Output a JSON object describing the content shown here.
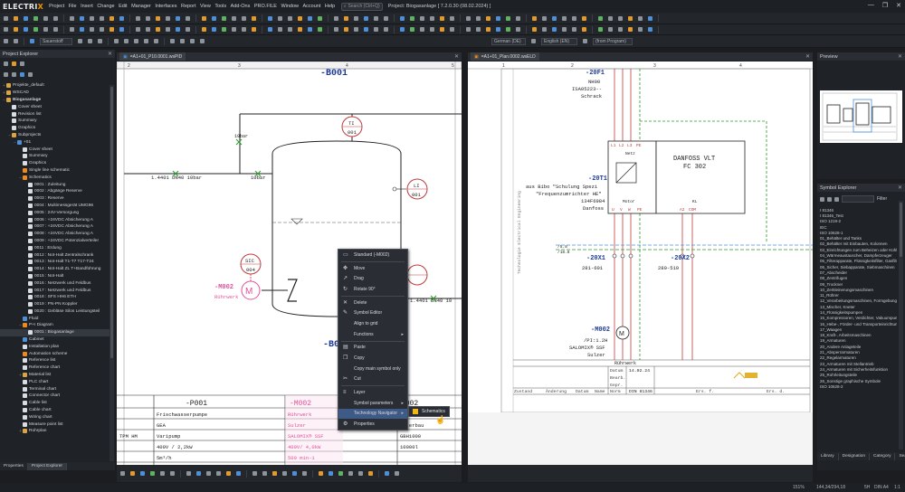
{
  "app": {
    "logo_main": "ELECTRI",
    "logo_x": "X",
    "title": "Project: Biogasanlage [ 7.2.0.30 (08.02.2024) ]",
    "menu": [
      "Project",
      "File",
      "Insert",
      "Change",
      "Edit",
      "Manager",
      "Interfaces",
      "Report",
      "View",
      "Tools",
      "Add-Ons",
      "PRO.FILE",
      "Window",
      "Account",
      "Help"
    ],
    "search_placeholder": "Search (Ctrl+Q)",
    "window_controls": [
      "—",
      "❐",
      "✕"
    ]
  },
  "toolbar": {
    "layer_select": "Sauerstoff",
    "language_select": "German (DE)",
    "language2_select": "English (EN)",
    "program_select": "(from Program)"
  },
  "project_explorer": {
    "title": "Project Explorer",
    "items": [
      {
        "label": "Projekte_default",
        "icon": "folder",
        "level": 0,
        "expand": "+"
      },
      {
        "label": "WSCAD",
        "icon": "folder",
        "level": 0,
        "expand": "+"
      },
      {
        "label": "Biogasanlage",
        "icon": "folder",
        "level": 0,
        "expand": "−",
        "bold": true
      },
      {
        "label": "Cover sheet",
        "icon": "page",
        "level": 1
      },
      {
        "label": "Revision list",
        "icon": "page",
        "level": 1
      },
      {
        "label": "Summary",
        "icon": "page",
        "level": 1
      },
      {
        "label": "Graphics",
        "icon": "page",
        "level": 1
      },
      {
        "label": "Subprojects",
        "icon": "folder",
        "level": 1,
        "expand": "−"
      },
      {
        "label": "+01",
        "icon": "blue",
        "level": 2,
        "expand": "−"
      },
      {
        "label": "Cover sheet",
        "icon": "page",
        "level": 3
      },
      {
        "label": "Summary",
        "icon": "page",
        "level": 3
      },
      {
        "label": "Graphics",
        "icon": "page",
        "level": 3
      },
      {
        "label": "Single line schematic",
        "icon": "orange",
        "level": 3
      },
      {
        "label": "Schematics",
        "icon": "orange",
        "level": 3,
        "expand": "−"
      },
      {
        "label": "0001 : Zuleitung",
        "icon": "page",
        "level": 4
      },
      {
        "label": "0002 : Abgänge Reserve",
        "icon": "page",
        "level": 4
      },
      {
        "label": "0003 : Reserve",
        "icon": "page",
        "level": 4
      },
      {
        "label": "0004 : Multimessgerät UMG96",
        "icon": "page",
        "level": 4
      },
      {
        "label": "0005 : 24V-Versorgung",
        "icon": "page",
        "level": 4
      },
      {
        "label": "0006 : +24VDC Absicherung A",
        "icon": "page",
        "level": 4
      },
      {
        "label": "0007 : +24VDC Absicherung A",
        "icon": "page",
        "level": 4
      },
      {
        "label": "0008 : +24VDC Absicherung A",
        "icon": "page",
        "level": 4
      },
      {
        "label": "0009 : +24VDC Potenzialverteiler",
        "icon": "page",
        "level": 4
      },
      {
        "label": "0011 : Erdung",
        "icon": "page",
        "level": 4
      },
      {
        "label": "0012 : Not-Halt Zentralschrank",
        "icon": "page",
        "level": 4
      },
      {
        "label": "0013 : Not-Halt T1-T7 T17-T24",
        "icon": "page",
        "level": 4
      },
      {
        "label": "0014 : Not-Halt ZL T+Bandführung",
        "icon": "page",
        "level": 4
      },
      {
        "label": "0015 : Not-Halt",
        "icon": "page",
        "level": 4
      },
      {
        "label": "0016 : Netzwerk und Feldbus",
        "icon": "page",
        "level": 4
      },
      {
        "label": "0017 : Netzwerk und Feldbus",
        "icon": "page",
        "level": 4
      },
      {
        "label": "0018 : SFS HH6 ETH",
        "icon": "page",
        "level": 4
      },
      {
        "label": "0019 : PN-PN Koppler",
        "icon": "page",
        "level": 4
      },
      {
        "label": "0020 : Gebläse Silos Leistungsteil",
        "icon": "page",
        "level": 4
      },
      {
        "label": "Fluid",
        "icon": "blue",
        "level": 3
      },
      {
        "label": "P+I Diagram",
        "icon": "orange",
        "level": 3,
        "expand": "−"
      },
      {
        "label": "0001 : Biogasanlage",
        "icon": "page",
        "level": 4,
        "selected": true
      },
      {
        "label": "Cabinet",
        "icon": "blue",
        "level": 3
      },
      {
        "label": "Installation plan",
        "icon": "page",
        "level": 3
      },
      {
        "label": "Automation scheme",
        "icon": "orange",
        "level": 3
      },
      {
        "label": "Reference list",
        "icon": "page",
        "level": 3
      },
      {
        "label": "Reference chart",
        "icon": "page",
        "level": 3
      },
      {
        "label": "Material list",
        "icon": "folder",
        "level": 3,
        "expand": "+"
      },
      {
        "label": "PLC chart",
        "icon": "page",
        "level": 3
      },
      {
        "label": "Terminal chart",
        "icon": "page",
        "level": 3
      },
      {
        "label": "Connector chart",
        "icon": "page",
        "level": 3
      },
      {
        "label": "Cable list",
        "icon": "page",
        "level": 3
      },
      {
        "label": "Cable chart",
        "icon": "page",
        "level": 3
      },
      {
        "label": "Wiring chart",
        "icon": "page",
        "level": 3
      },
      {
        "label": "Measure point list",
        "icon": "page",
        "level": 3
      },
      {
        "label": "Rohrplan",
        "icon": "folder",
        "level": 3,
        "expand": "+"
      }
    ],
    "bottom_tabs": [
      "Properties",
      "Project Explorer"
    ]
  },
  "doc_left": {
    "tab": "=A1+01_P10.0001.wsPID",
    "col_numbers": [
      "2",
      "3",
      "4",
      "5"
    ],
    "b001_top": "-B001",
    "b001_bottom": "-B0",
    "ti_tag": "TI",
    "ti_num": "001",
    "li_tag": "LI",
    "li_num": "001",
    "sic_tag": "SIC",
    "sic_num": "004",
    "m002_label": "-M002",
    "m002_sub": "Rührwerk",
    "pipe1": "1.4401 DN40 10bar",
    "pipe2": "10bar",
    "pipe3": "1.4401 DN40 10",
    "table": {
      "col_heads": [
        "-P001",
        "-M002",
        "B002"
      ],
      "rows": [
        [
          "Frischwasserpumpe",
          "Rührwerk",
          ""
        ],
        [
          "GEA",
          "Sulzer",
          "alterbau"
        ],
        [
          "Varipump",
          "SALOMIX® SSF",
          "GBH1000"
        ],
        [
          "400V / 2,2kW",
          "400V/ 4,0kW",
          "10000l"
        ],
        [
          "5m³/h",
          "500 min-1",
          ""
        ]
      ],
      "left_frag": "TPM HM"
    }
  },
  "context_menu": {
    "items": [
      {
        "label": "Standard (-M002)",
        "icon": "▭"
      },
      {
        "sep": true
      },
      {
        "label": "Move",
        "icon": "✥"
      },
      {
        "label": "Drag",
        "icon": "↗"
      },
      {
        "label": "Rotate 90°",
        "icon": "↻"
      },
      {
        "sep": true
      },
      {
        "label": "Delete",
        "icon": "✕"
      },
      {
        "label": "Symbol Editor",
        "icon": "✎"
      },
      {
        "label": "Align to grid",
        "icon": ""
      },
      {
        "label": "Functions",
        "icon": "",
        "arrow": true
      },
      {
        "sep": true
      },
      {
        "label": "Paste",
        "icon": "▤"
      },
      {
        "label": "Copy",
        "icon": "❐"
      },
      {
        "label": "Copy main symbol only",
        "icon": ""
      },
      {
        "label": "Cut",
        "icon": "✂"
      },
      {
        "sep": true
      },
      {
        "label": "Layer",
        "icon": "≡"
      },
      {
        "label": "Symbol parameters",
        "icon": "",
        "arrow": true
      },
      {
        "label": "Technology Navigator",
        "icon": "",
        "arrow": true,
        "hi": true
      },
      {
        "label": "Properties",
        "icon": "⚙"
      }
    ],
    "submenu_label": "Schematics"
  },
  "doc_right": {
    "tab": "=A1+01_Plan.0002.wsELD",
    "col_numbers": [
      "1",
      "2",
      "3",
      "4"
    ],
    "side_text": "Technologie Electrical Engineering",
    "f1": "-20F1",
    "nh": "NH00",
    "isa": "ISA05223--",
    "schrack": "Schrack",
    "t1": "-20T1",
    "bibo1": "aus Bibo \"Schulung Spezi",
    "bibo2": "\"Frequenzumrichter HE\"",
    "partno": "134F6984",
    "danfoss": "Danfoss",
    "vlt1": "DANFOSS VLT",
    "vlt2": "FC 302",
    "netz": "Netz",
    "motor": "Motor",
    "kl": "KL",
    "top_terms": [
      "L1",
      "L2",
      "L3",
      "PE"
    ],
    "bot_terms": [
      "U",
      "V",
      "W",
      "PE"
    ],
    "ctl_terms": [
      "A2",
      "COM"
    ],
    "x1": "-20X1",
    "x1n": "281-601",
    "x2": "-20X2",
    "x2n": "280-519",
    "ref1": "/5.8",
    "ref2": "/18.8",
    "m002": "-M002",
    "m002a": "/PI:1.2H",
    "m002b": "SALOMIX® SSF",
    "m002c": "Sulzer",
    "ruehrwerk": "Rührwerk",
    "tb_datum": "Datum",
    "tb_date": "14.02.24",
    "tb_bearb": "Bearb.",
    "tb_gepr": "Gepr.",
    "tb_zustand": "Zustand",
    "tb_aenderung": "Änderung",
    "tb_datum2": "Datum",
    "tb_name": "Name",
    "tb_norm": "Norm",
    "tb_din": "DIN 81346",
    "tb_ers": "Ers. f.",
    "tb_ersd": "Ers. d."
  },
  "preview": {
    "title": "Preview"
  },
  "symbol_explorer": {
    "title": "Symbol Explorer",
    "filter_label": "Filter",
    "items": [
      "I 81346",
      "I 81346_Test",
      "ISO 1219-2",
      "IEC",
      "ISO 10628-1",
      "01_Behälter und Tanks",
      "02_Behälter mit Einbauten, Kolonnen",
      "03_Einrichtungen zum Beheizen oder Kühlen",
      "04_Wärmeaustauscher, Dampferzeuger",
      "05_Filterapparate, Flüssigkeitsfilter, Gasfilter",
      "06_Sicher, Siebapparate, Siebmaschinen",
      "07_Abscheider",
      "08_Zentrifugen",
      "09_Trockner",
      "10_Zerkleinerungsmaschinen",
      "11_Rührer",
      "12_Verarbeitungsmaschinen, Formgebung",
      "13_Mischer, Kneter",
      "14_Flüssigkeitspumpen",
      "15_Kompressoren, Verdichter, Vakuumpumpen",
      "16_Hebe-, Förder- und Transporteinrichtungen",
      "17_Waagen",
      "18_Kraft-, Arbeitsmaschinen",
      "19_Armaturen",
      "20_Andere Anlageteile",
      "21_Absperrarmaturen",
      "22_Regelarmaturen",
      "23_Armaturen mit Stellantrieb",
      "24_Armaturen mit Sicherheitsfunktion",
      "25_Rohrleitungsteile",
      "26_Sonstige graphische Symbole",
      "ISO 10628-2"
    ],
    "bottom_tabs": [
      "Library",
      "Designation",
      "Category",
      "Search"
    ]
  },
  "status": {
    "zoom": "151%",
    "coords": "144,34/294,18",
    "grid": "5H",
    "page_size": "DIN A4",
    "scale": "1:1"
  }
}
